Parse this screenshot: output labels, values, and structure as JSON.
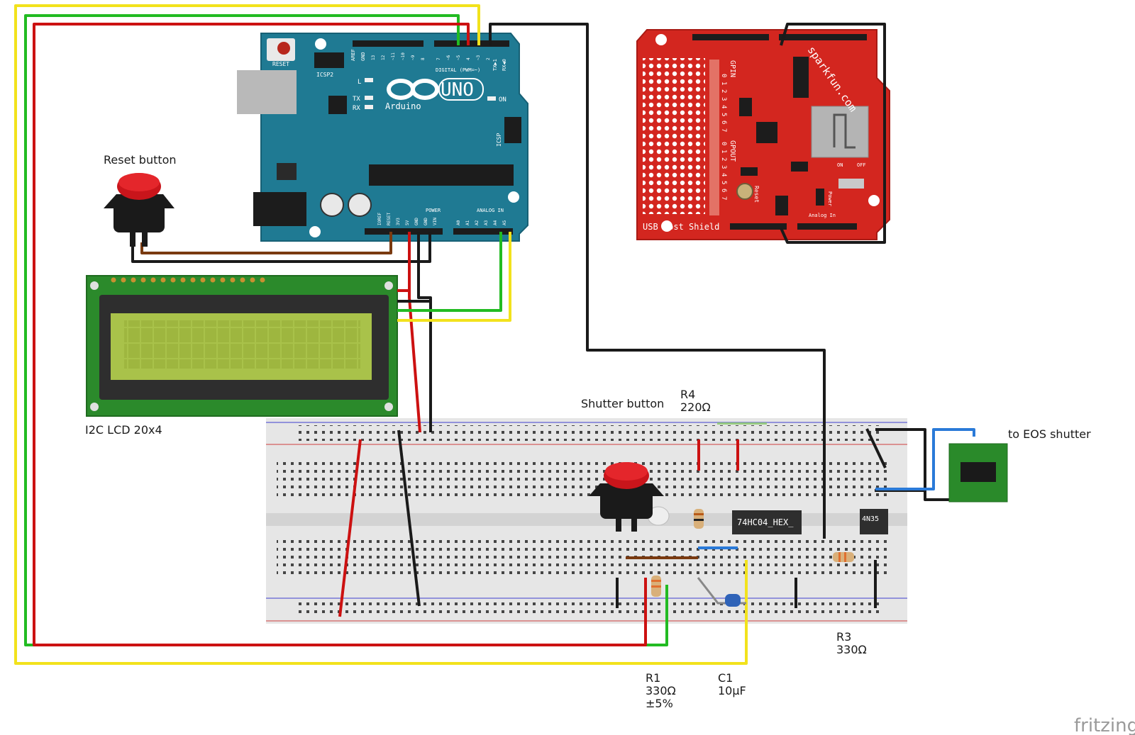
{
  "labels": {
    "reset_button": "Reset button",
    "i2c_lcd": "I2C LCD 20x4",
    "shutter_button": "Shutter button",
    "r4_name": "R4",
    "r4_value": "220Ω",
    "to_eos": "to EOS shutter",
    "r3_name": "R3",
    "r3_value": "330Ω",
    "r1_name": "R1",
    "r1_value": "330Ω",
    "r1_tol": "±5%",
    "c1_name": "C1",
    "c1_value": "10µF",
    "watermark": "fritzing"
  },
  "arduino": {
    "brand": "UNO",
    "sub": "Arduino",
    "reset_lbl": "RESET",
    "icsp2_lbl": "ICSP2",
    "icsp_lbl": "ICSP",
    "digital_lbl": "DIGITAL (PWM=~)",
    "power_lbl": "POWER",
    "analog_lbl": "ANALOG IN",
    "on_lbl": "ON",
    "l_lbl": "L",
    "tx_lbl": "TX",
    "rx_lbl": "RX",
    "aref_lbl": "AREF",
    "gnd_lbl": "GND",
    "txd_lbl": "TX▶1",
    "rxd_lbl": "RX◀0",
    "pins_digital": [
      "13",
      "12",
      "~11",
      "~10",
      "~9",
      "8",
      "7",
      "~6",
      "~5",
      "4",
      "~3",
      "2"
    ],
    "pins_power": [
      "IOREF",
      "RESET",
      "3V3",
      "5V",
      "GND",
      "GND",
      "VIN"
    ],
    "pins_analog": [
      "A0",
      "A1",
      "A2",
      "A3",
      "A4",
      "A5"
    ]
  },
  "shield": {
    "title": "USB Host Shield",
    "brand": "sparkfun.com",
    "gpin": "GPIN",
    "gpout": "GPOUT",
    "reset": "Reset",
    "power": "Power",
    "analog_in": "Analog In",
    "on": "ON",
    "off": "OFF",
    "gpin_nums": [
      "0",
      "1",
      "2",
      "3",
      "4",
      "5",
      "6",
      "7"
    ],
    "gpout_nums": [
      "0",
      "1",
      "2",
      "3",
      "4",
      "5",
      "6",
      "7"
    ]
  },
  "ic": {
    "hex": "74HC04_HEX_",
    "opto": "4N35"
  },
  "colors": {
    "wire_red": "#cc1111",
    "wire_green": "#22bb22",
    "wire_yellow": "#f2e21c",
    "wire_black": "#1a1a1a",
    "wire_brown": "#7a3a10",
    "wire_blue": "#2a7ad8",
    "arduino": "#1f7a93",
    "shield": "#d3261f",
    "lcd_board": "#2b8a2b",
    "lcd_screen": "#a9c24a",
    "breadboard": "#e6e6e6"
  }
}
